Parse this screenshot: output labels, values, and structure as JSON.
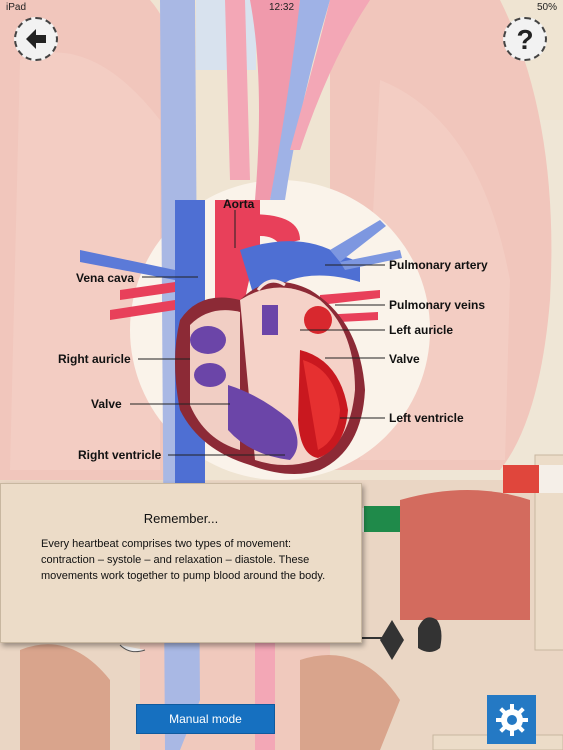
{
  "status_bar": {
    "device": "iPad",
    "time": "12:32",
    "battery": "50%"
  },
  "labels": {
    "aorta": "Aorta",
    "vena_cava": "Vena cava",
    "pulmonary_artery": "Pulmonary artery",
    "pulmonary_veins": "Pulmonary veins",
    "left_auricle": "Left auricle",
    "right_auricle": "Right auricle",
    "valve_right": "Valve",
    "valve_left": "Valve",
    "left_ventricle": "Left ventricle",
    "right_ventricle": "Right ventricle"
  },
  "panel": {
    "title": "Remember...",
    "body": "Every heartbeat comprises two types of movement: contraction – systole – and relaxation – diastole. These movements work together to pump blood around the body."
  },
  "buttons": {
    "manual_mode": "Manual mode"
  },
  "icons": {
    "back": "back-arrow-icon",
    "help": "help-icon",
    "settings": "gear-icon"
  },
  "colors": {
    "vein_blue": "#5a78d6",
    "artery_red": "#e8405a",
    "button_blue": "#1670c0"
  }
}
